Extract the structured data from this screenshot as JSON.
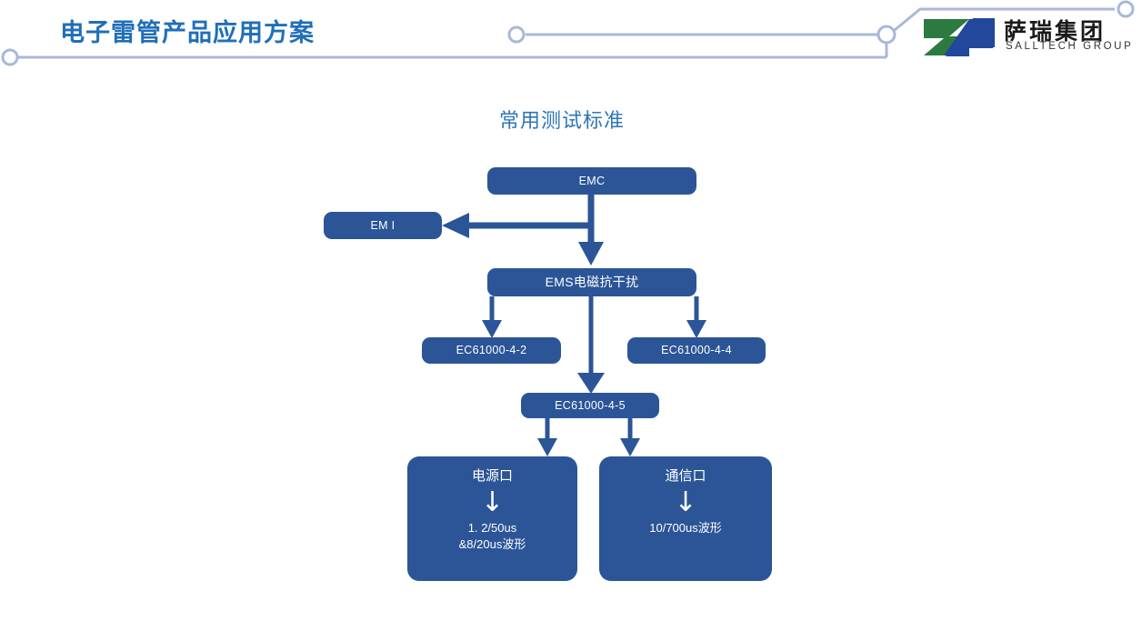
{
  "header": {
    "title": "电子雷管产品应用方案",
    "title_color": "#1F6FB8",
    "deco_color": "#A9B8D8",
    "logo": {
      "name_cn": "萨瑞集团",
      "name_en": "SALLTECH GROUP",
      "mark_green": "#2C7A3F",
      "mark_blue": "#23479A"
    }
  },
  "slide": {
    "chart_title": "常用测试标准",
    "chart_title_color": "#2E75B6",
    "node_fill": "#2B5597",
    "connector_color": "#2B5597"
  },
  "flow": {
    "emc": "EMC",
    "emi": "EM I",
    "ems": "EMS电磁抗干扰",
    "iec_4_2": "EC61000-4-2",
    "iec_4_4": "EC61000-4-4",
    "iec_4_5": "EC61000-4-5",
    "power_port": {
      "header": "电源口",
      "arrow": "↓",
      "line1": "1. 2/50us",
      "line2": "&8/20us波形"
    },
    "comm_port": {
      "header": "通信口",
      "arrow": "↓",
      "line1": "10/700us波形"
    }
  }
}
